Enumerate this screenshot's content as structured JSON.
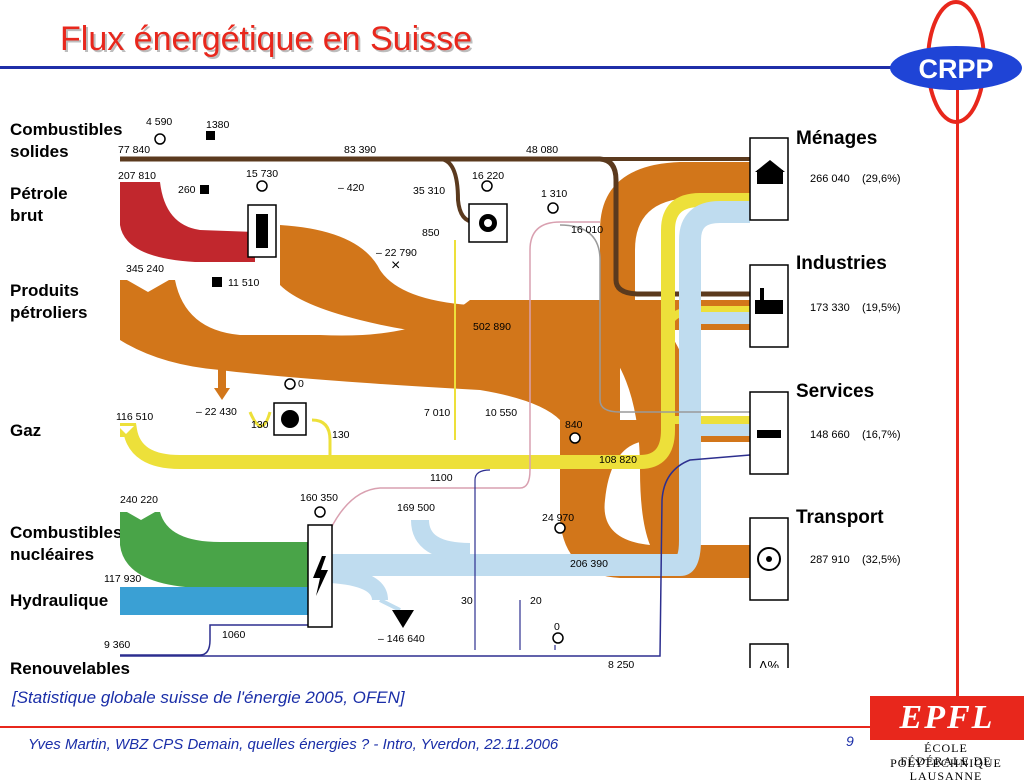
{
  "slide": {
    "title": "Flux énergétique en Suisse",
    "source": "[Statistique globale suisse de l'énergie 2005, OFEN]",
    "footer": "Yves Martin, WBZ CPS Demain, quelles énergies ? - Intro, Yverdon, 22.11.2006",
    "page_number": "9",
    "logo_crpp": "CRPP",
    "logo_epfl": "EPFL",
    "epfl_line1": "ÉCOLE POLYTECHNIQUE",
    "epfl_line2": "FÉDÉRALE DE LAUSANNE"
  },
  "sources": {
    "combustibles_solides": "Combustibles\nsolides",
    "petrole_brut": "Pétrole\nbrut",
    "produits_petroliers": "Produits\npétroliers",
    "gaz": "Gaz",
    "combustibles_nucleaires": "Combustibles\nnucléaires",
    "hydraulique": "Hydraulique",
    "renouvelables": "Renouvelables"
  },
  "destinations": [
    {
      "name": "Ménages",
      "value": "266 040",
      "share": "(29,6%)"
    },
    {
      "name": "Industries",
      "value": "173 330",
      "share": "(19,5%)"
    },
    {
      "name": "Services",
      "value": "148 660",
      "share": "(16,7%)"
    },
    {
      "name": "Transport",
      "value": "287 910",
      "share": "(32,5%)"
    },
    {
      "name": "Δ%",
      "value": "",
      "share": ""
    }
  ],
  "flow_labels": {
    "v4590": "4 590",
    "v1380": "1380",
    "v77840": "77 840",
    "v83390": "83 390",
    "v48080": "48 080",
    "v207810": "207 810",
    "v260": "260",
    "v15730": "15 730",
    "v420": "– 420",
    "v35310": "35 310",
    "v16220": "16 220",
    "v1310": "1 310",
    "v850": "850",
    "v16010": "16 010",
    "v22790": "– 22 790",
    "v345240": "345 240",
    "v11510": "11 510",
    "v502890": "502 890",
    "v0a": "0",
    "v22430": "– 22 430",
    "v7010": "7 010",
    "v10550": "10 550",
    "v116510": "116 510",
    "v130a": "130",
    "v130b": "130",
    "v840": "840",
    "v108820": "108 820",
    "v1100": "1100",
    "v240220": "240 220",
    "v160350": "160 350",
    "v169500": "169 500",
    "v24970": "24 970",
    "v206390": "206 390",
    "v117930": "117 930",
    "v30": "30",
    "v20": "20",
    "v9360": "9 360",
    "v1060": "1060",
    "v146640": "– 146 640",
    "v0b": "0",
    "v8250": "8 250"
  },
  "colors": {
    "petroleum": "#d2761a",
    "crude": "#c1272d",
    "coal": "#5b3a1e",
    "gas": "#ede03a",
    "nuclear": "#49a448",
    "hydro": "#3aa0d4",
    "electricity": "#bfdcef",
    "accent_red": "#e8271c",
    "text_blue": "#1a2ea8",
    "crpp_blue": "#1f44d6"
  }
}
